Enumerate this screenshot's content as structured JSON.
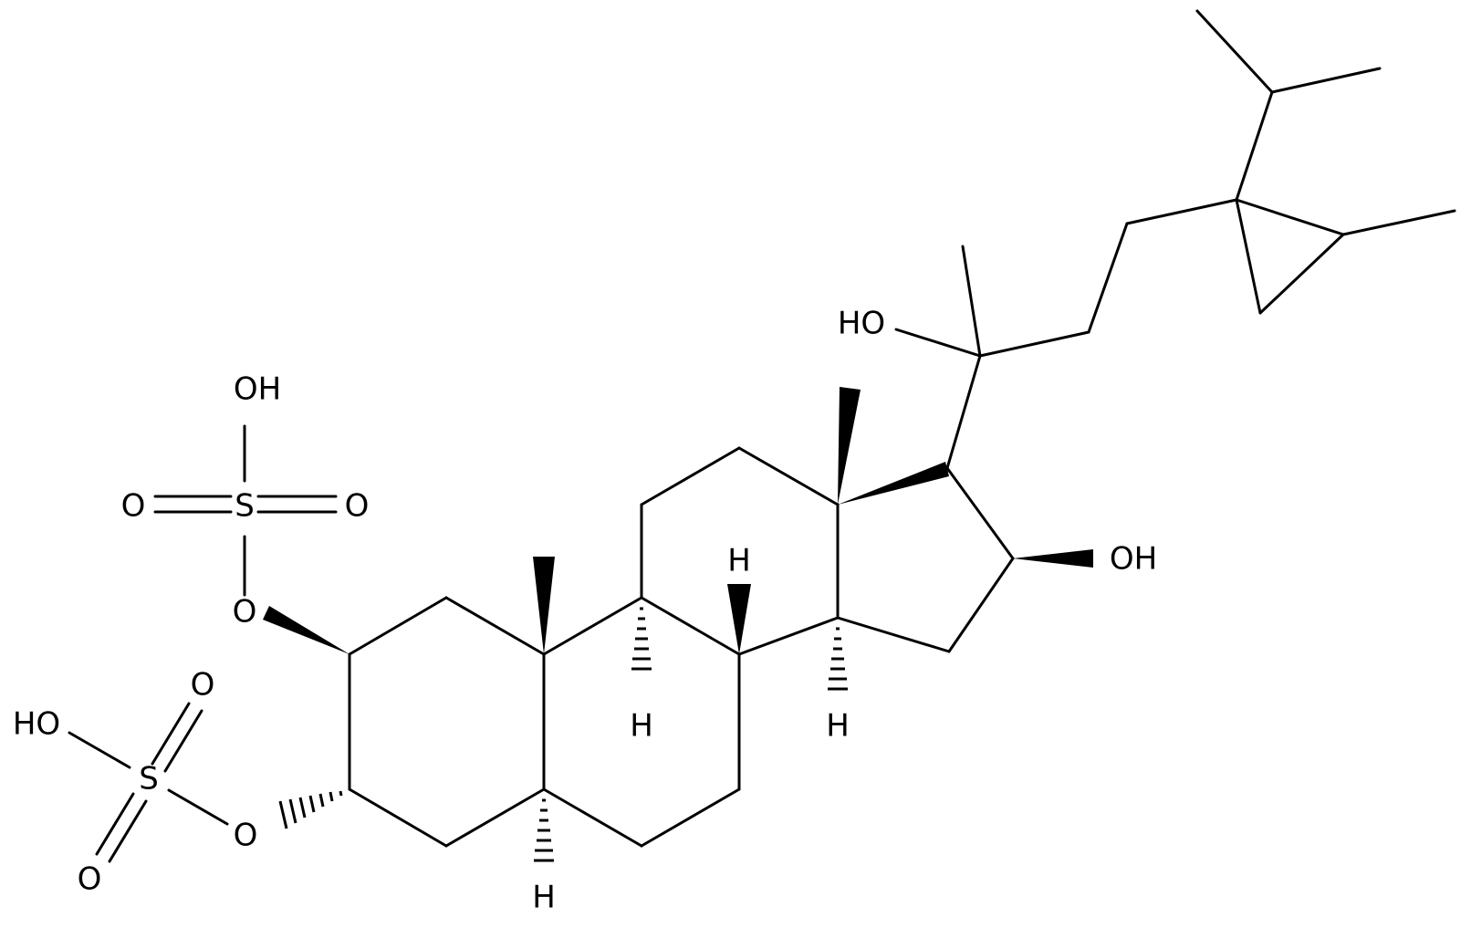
{
  "labels": {
    "oh_sulfate1": "OH",
    "s1": "S",
    "o1_left": "O",
    "o1_right": "O",
    "o1_ester": "O",
    "o2_top": "O",
    "oh_sulfate2": "HO",
    "s2": "S",
    "o2_bottom": "O",
    "o2_ester": "O",
    "h5": "H",
    "h9": "H",
    "h8": "H",
    "h14": "H",
    "oh16": "OH",
    "oh20": "HO"
  },
  "colors": {
    "ink": "#000000",
    "background": "#ffffff"
  }
}
